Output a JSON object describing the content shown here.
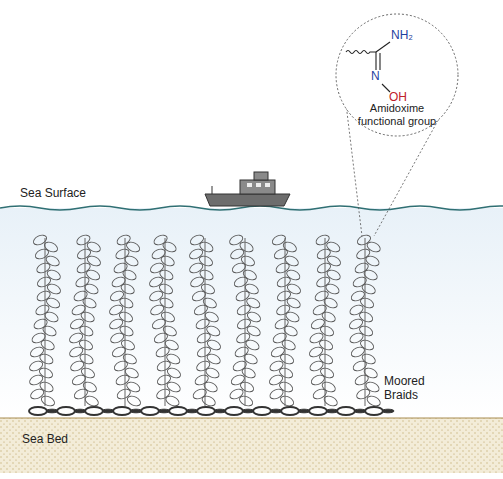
{
  "diagram": {
    "nodes": [
      {
        "text": [
          "Amidoxime functional group"
        ]
      }
    ],
    "labels": [
      "Sea Surface",
      "Sea Bed",
      "Moored Braids",
      "NH₂",
      "N",
      "OH"
    ]
  }
}
